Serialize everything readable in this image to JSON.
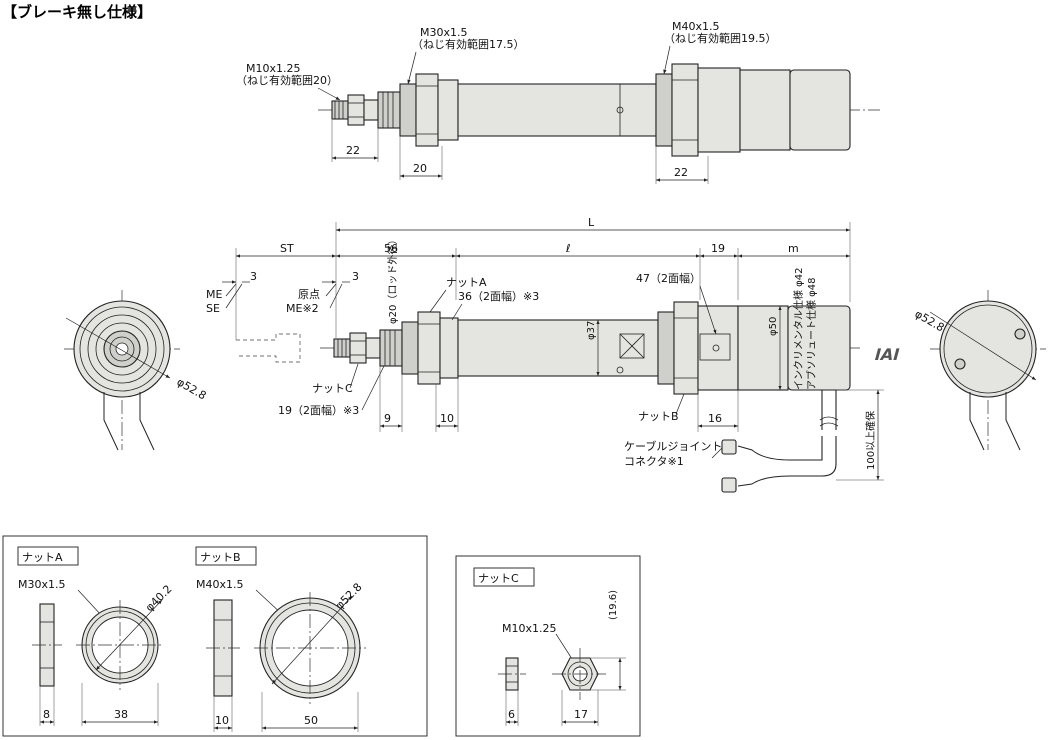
{
  "title": "【ブレーキ無し仕様】",
  "top_view": {
    "thread_m10": "M10x1.25",
    "thread_m10_note": "（ねじ有効範囲20）",
    "thread_m30": "M30x1.5",
    "thread_m30_note": "（ねじ有効範囲17.5）",
    "thread_m40": "M40x1.5",
    "thread_m40_note": "（ねじ有効範囲19.5）",
    "dim_22a": "22",
    "dim_20": "20",
    "dim_22b": "22"
  },
  "main_view": {
    "dim_L": "L",
    "dim_ST": "ST",
    "dim_56": "56",
    "dim_l": "ℓ",
    "dim_19": "19",
    "dim_m": "m",
    "dim_3a": "3",
    "dim_3b": "3",
    "label_ME": "ME",
    "label_SE": "SE",
    "label_origin": "原点",
    "label_ME2": "ME※2",
    "label_rod": "φ20（ロッド外径）",
    "label_nutA": "ナットA",
    "label_36": "36（2面幅）※3",
    "label_47": "47（2面幅）",
    "label_phi37": "φ37",
    "label_phi50": "φ50",
    "label_incremental": "インクリメンタル仕様 φ42",
    "label_absolute": "アブソリュート仕様 φ48",
    "label_nutC": "ナットC",
    "label_19w": "19（2面幅）※3",
    "dim_9": "9",
    "dim_10": "10",
    "label_nutB": "ナットB",
    "dim_16": "16",
    "label_cable1": "ケーブルジョイント",
    "label_cable2": "コネクタ※1",
    "label_100": "100以上確保",
    "left_phi": "φ52.8",
    "right_phi": "φ52.8",
    "logo": "IAI"
  },
  "nut_panel": {
    "nutA_title": "ナットA",
    "nutA_thread": "M30x1.5",
    "nutA_phi": "φ40.2",
    "nutA_w": "8",
    "nutA_d": "38",
    "nutB_title": "ナットB",
    "nutB_thread": "M40x1.5",
    "nutB_phi": "φ52.8",
    "nutB_w": "10",
    "nutB_d": "50",
    "nutC_title": "ナットC",
    "nutC_thread": "M10x1.25",
    "nutC_h": "(19.6)",
    "nutC_w": "6",
    "nutC_d": "17"
  }
}
